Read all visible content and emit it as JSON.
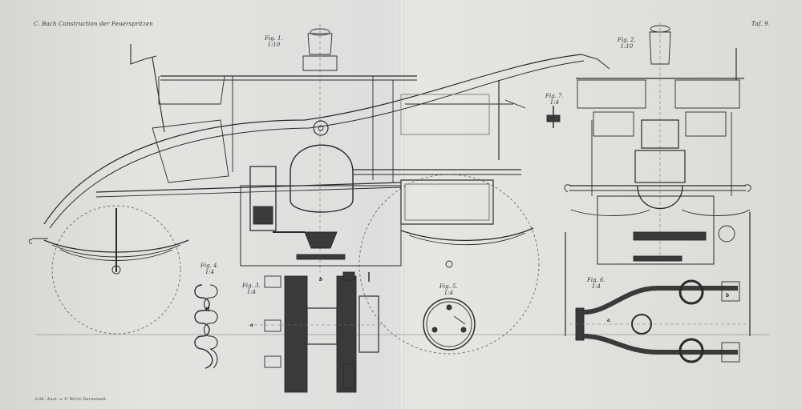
{
  "header": {
    "left": "C. Bach Construction der Feuerspritzen",
    "right": "Taf. 9."
  },
  "imprint": "Lith. Anst. v. F. Wirtz Darmstadt.",
  "figures": [
    {
      "id": "fig1",
      "title": "Fig. 1.",
      "scale": "1:10"
    },
    {
      "id": "fig2",
      "title": "Fig. 2.",
      "scale": "1:10"
    },
    {
      "id": "fig7",
      "title": "Fig. 7.",
      "scale": "1:4"
    },
    {
      "id": "fig4",
      "title": "Fig. 4.",
      "scale": "1:4"
    },
    {
      "id": "fig3",
      "title": "Fig. 3.",
      "scale": "1:4"
    },
    {
      "id": "fig5",
      "title": "Fig. 5.",
      "scale": "1:4"
    },
    {
      "id": "fig6",
      "title": "Fig. 6.",
      "scale": "1:4"
    }
  ],
  "labels": {
    "fig4_mark": "II",
    "fig3_a": "a",
    "fig3_b": "b",
    "fig6_a": "a",
    "fig6_b": "b"
  },
  "colors": {
    "paper": "#dedede",
    "line": "#2b2b2b",
    "section_fill": "#3a3a3a",
    "faint": "#8a8a8a"
  }
}
